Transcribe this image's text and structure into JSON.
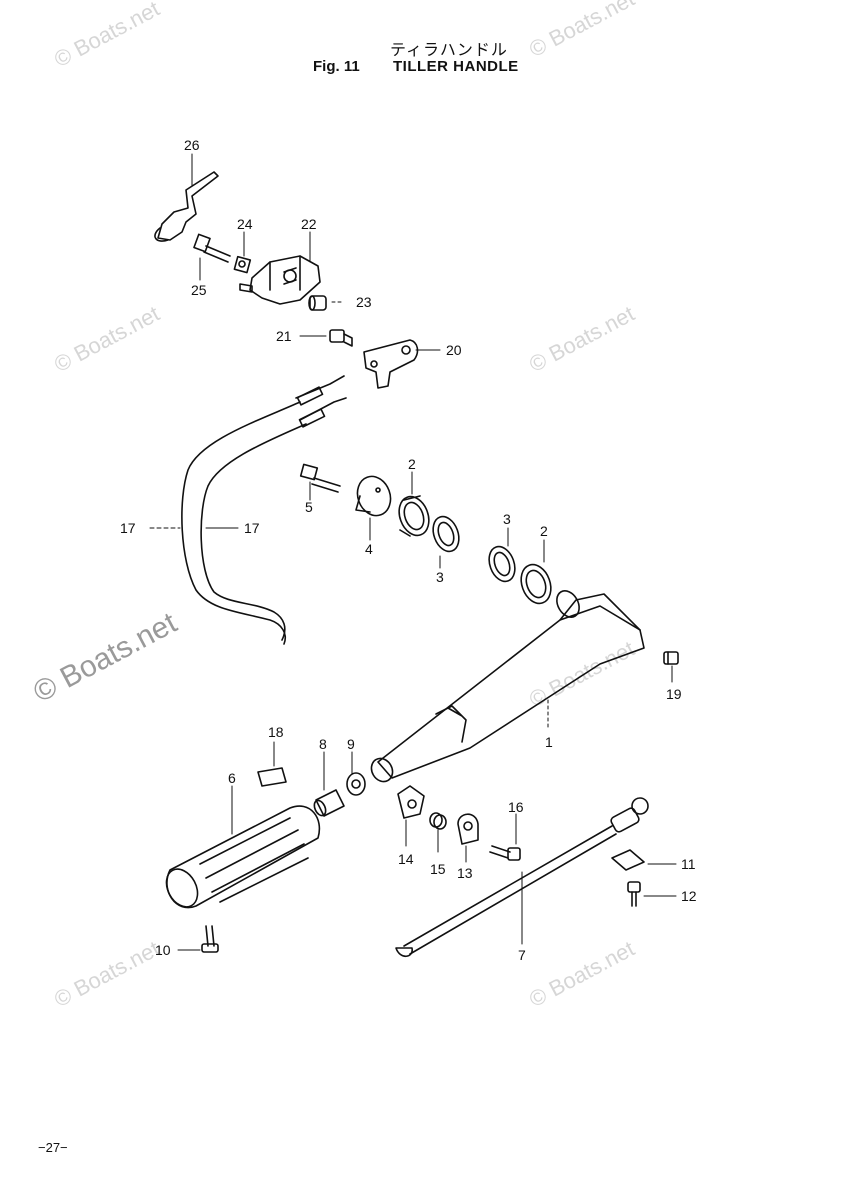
{
  "header": {
    "title_jp": "ティラハンドル",
    "fig_label": "Fig. 11",
    "fig_title": "TILLER HANDLE"
  },
  "footer": {
    "page_number": "−27−"
  },
  "watermark": {
    "text": "© Boats.net"
  },
  "callouts": {
    "c1": "1",
    "c2a": "2",
    "c2b": "2",
    "c3a": "3",
    "c3b": "3",
    "c4": "4",
    "c5": "5",
    "c6": "6",
    "c7": "7",
    "c8": "8",
    "c9": "9",
    "c10": "10",
    "c11": "11",
    "c12": "12",
    "c13": "13",
    "c14": "14",
    "c15": "15",
    "c16": "16",
    "c17a": "17",
    "c17b": "17",
    "c18": "18",
    "c19": "19",
    "c20": "20",
    "c21": "21",
    "c22": "22",
    "c23": "23",
    "c24": "24",
    "c25": "25",
    "c26": "26"
  }
}
